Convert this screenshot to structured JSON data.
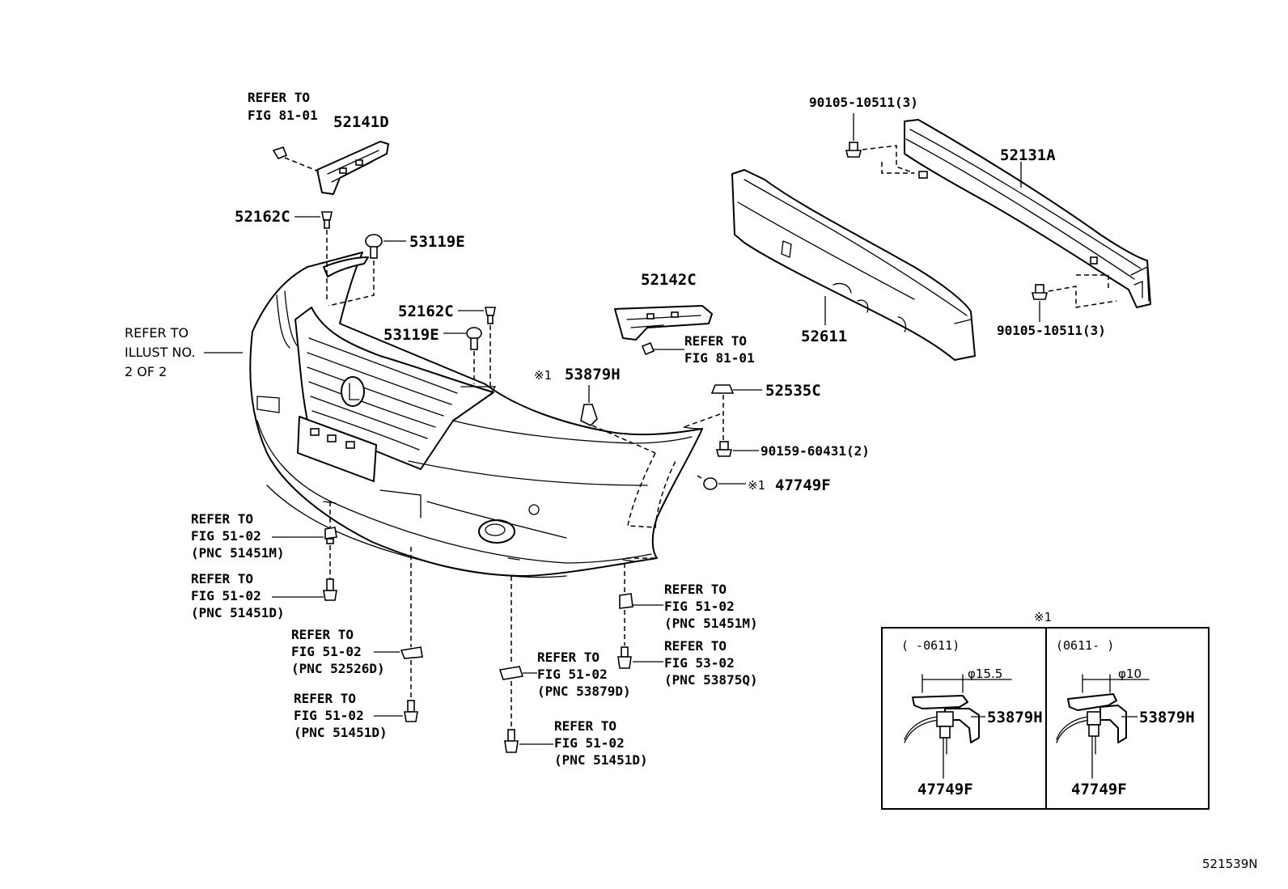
{
  "parts": {
    "p52141D": "52141D",
    "p52162C_top": "52162C",
    "p53119E_top": "53119E",
    "p52162C_mid": "52162C",
    "p53119E_mid": "53119E",
    "p52142C": "52142C",
    "p53879H": "53879H",
    "p52535C": "52535C",
    "p90159": "90159-60431(2)",
    "p47749F": "47749F",
    "p90105_top": "90105-10511(3)",
    "p52131A": "52131A",
    "p52611": "52611",
    "p90105_bot": "90105-10511(3)"
  },
  "marks": {
    "note1": "※1"
  },
  "refs": {
    "r_fig8101_a": [
      "REFER TO",
      "FIG 81-01"
    ],
    "r_fig8101_b": [
      "REFER TO",
      "FIG 81-01"
    ],
    "r_illust": [
      "REFER TO",
      "ILLUST NO.",
      "2 OF 2"
    ],
    "r_l1": [
      "REFER TO",
      "FIG 51-02",
      "(PNC 51451M)"
    ],
    "r_l2": [
      "REFER TO",
      "FIG 51-02",
      "(PNC 51451D)"
    ],
    "r_l3": [
      "REFER TO",
      "FIG 51-02",
      "(PNC 52526D)"
    ],
    "r_l4": [
      "REFER TO",
      "FIG 51-02",
      "(PNC 51451D)"
    ],
    "r_c1": [
      "REFER TO",
      "FIG 51-02",
      "(PNC 53879D)"
    ],
    "r_c2": [
      "REFER TO",
      "FIG 51-02",
      "(PNC 51451D)"
    ],
    "r_r1": [
      "REFER TO",
      "FIG 51-02",
      "(PNC 51451M)"
    ],
    "r_r2": [
      "REFER TO",
      "FIG 53-02",
      "(PNC 53875Q)"
    ]
  },
  "inset": {
    "header": "※1",
    "left_range": "(      -0611)",
    "right_range": "(0611-      )",
    "left_dim": "φ15.5",
    "right_dim": "φ10",
    "left_clip": "53879H",
    "right_clip": "53879H",
    "left_pin": "47749F",
    "right_pin": "47749F"
  },
  "figure_number": "521539N"
}
